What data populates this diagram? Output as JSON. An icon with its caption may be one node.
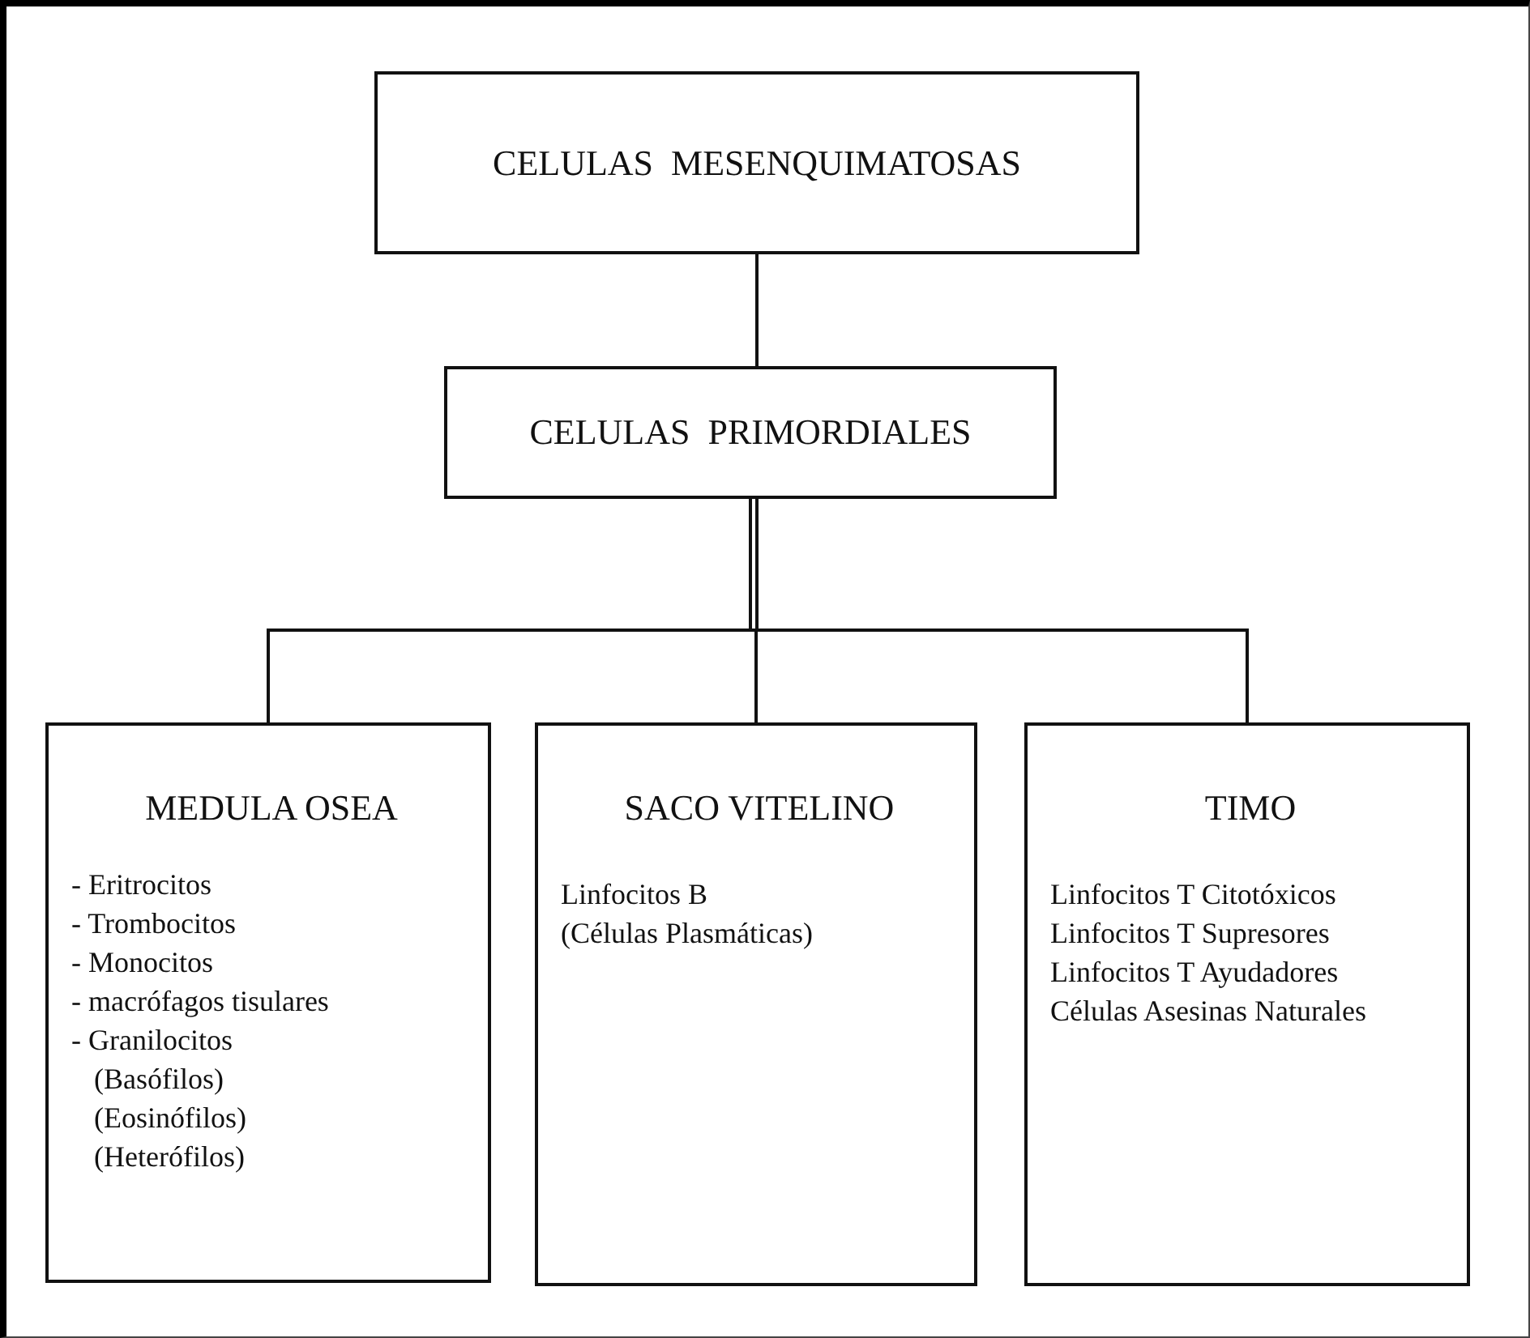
{
  "diagram": {
    "nodes": [
      {
        "text": [
          "CELULAS  MESENQUIMATOSAS"
        ]
      },
      {
        "text": [
          "CELULAS  PRIMORDIALES"
        ]
      },
      {
        "text": [
          "MEDULA OSEA",
          "- Eritrocitos",
          "- Trombocitos",
          "- Monocitos",
          "- macrófagos tisulares",
          "- Granilocitos",
          "(Basófilos)",
          "(Eosinófilos)",
          "(Heterófilos)"
        ]
      },
      {
        "text": [
          "SACO VITELINO",
          "Linfocitos B",
          "(Células Plasmáticas)"
        ]
      },
      {
        "text": [
          "TIMO",
          "Linfocitos T Citotóxicos",
          "Linfocitos T Supresores",
          "Linfocitos T Ayudadores",
          "Células Asesinas Naturales"
        ]
      }
    ],
    "edges": [
      {
        "from": 0,
        "to": 1,
        "arrow": "none"
      },
      {
        "from": 1,
        "to": 2,
        "arrow": "none"
      },
      {
        "from": 1,
        "to": 3,
        "arrow": "none"
      },
      {
        "from": 1,
        "to": 4,
        "arrow": "none"
      }
    ]
  }
}
